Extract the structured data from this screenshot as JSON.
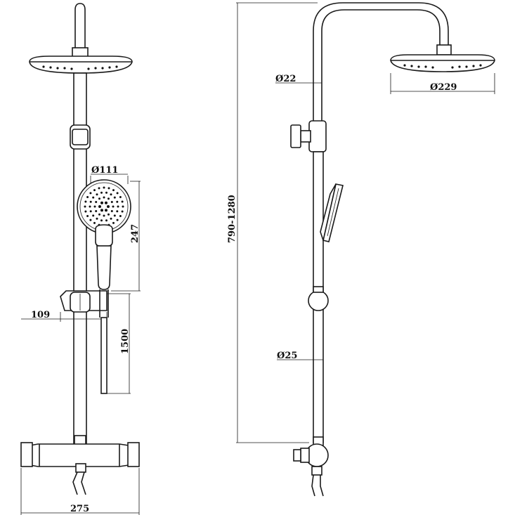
{
  "dimensions": {
    "head_diameter_front": "Ø111",
    "handset_length": "247",
    "bracket_offset": "109",
    "hose_length": "1500",
    "mixer_width": "275",
    "height_range": "790-1280",
    "arm_diameter": "Ø22",
    "overhead_diameter": "Ø229",
    "rail_diameter": "Ø25"
  }
}
